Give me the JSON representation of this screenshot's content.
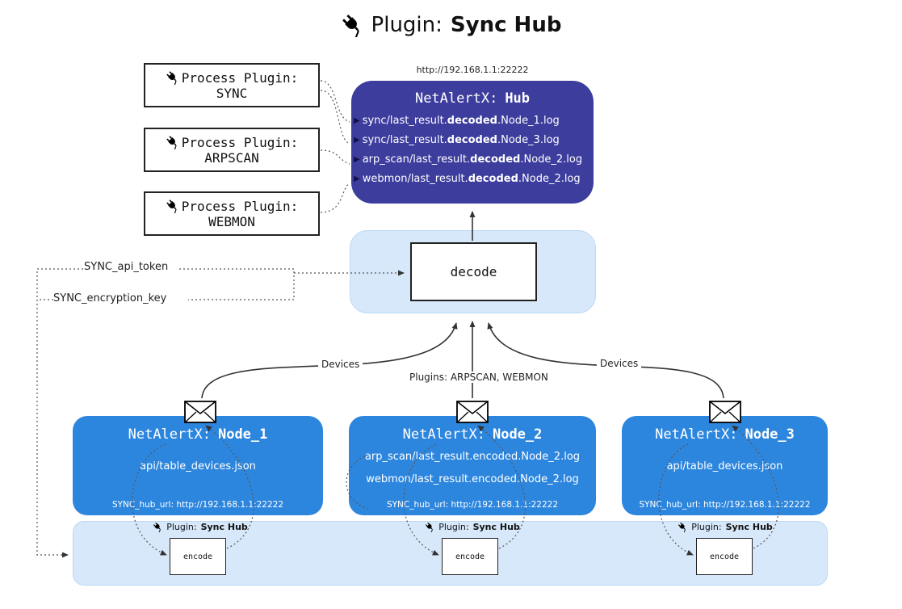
{
  "title": {
    "label": "Plugin:",
    "bold": "Sync Hub"
  },
  "hub": {
    "url": "http://192.168.1.1:22222",
    "name": "NetAlertX:",
    "name_bold": "Hub",
    "bullet": "▶",
    "lines": [
      {
        "pre": "sync/last_result.",
        "bold": "decoded",
        "post": ".Node_1.log"
      },
      {
        "pre": "sync/last_result.",
        "bold": "decoded",
        "post": ".Node_3.log"
      },
      {
        "pre": "arp_scan/last_result.",
        "bold": "decoded",
        "post": ".Node_2.log"
      },
      {
        "pre": "webmon/last_result.",
        "bold": "decoded",
        "post": ".Node_2.log"
      }
    ]
  },
  "process_plugins": [
    {
      "label": "Process Plugin:",
      "name": "SYNC"
    },
    {
      "label": "Process Plugin:",
      "name": "ARPSCAN"
    },
    {
      "label": "Process Plugin:",
      "name": "WEBMON"
    }
  ],
  "decode": {
    "label": "decode"
  },
  "config": {
    "api_token": "SYNC_api_token",
    "encryption_key": "SYNC_encryption_key"
  },
  "edges": {
    "devices_left": "Devices",
    "plugins_center": "Plugins: ARPSCAN, WEBMON",
    "devices_right": "Devices"
  },
  "nodes": [
    {
      "name": "NetAlertX:",
      "name_bold": "Node_1",
      "lines": [
        "api/table_devices.json"
      ],
      "footer": "SYNC_hub_url: http://192.168.1.1:22222"
    },
    {
      "name": "NetAlertX:",
      "name_bold": "Node_2",
      "lines": [
        "arp_scan/last_result.encoded.Node_2.log",
        "webmon/last_result.encoded.Node_2.log"
      ],
      "footer": "SYNC_hub_url: http://192.168.1.1:22222"
    },
    {
      "name": "NetAlertX:",
      "name_bold": "Node_3",
      "lines": [
        "api/table_devices.json"
      ],
      "footer": "SYNC_hub_url: http://192.168.1.1:22222"
    }
  ],
  "encoders": [
    {
      "label": "Plugin:",
      "label_bold": "Sync Hub",
      "box": "encode"
    },
    {
      "label": "Plugin:",
      "label_bold": "Sync Hub",
      "box": "encode"
    },
    {
      "label": "Plugin:",
      "label_bold": "Sync Hub",
      "box": "encode"
    }
  ],
  "colors": {
    "hub_bg": "#3d3d9e",
    "node_bg": "#2d86de",
    "panel_bg": "#d6e8fa",
    "text_on_blue": "#ffffff"
  }
}
